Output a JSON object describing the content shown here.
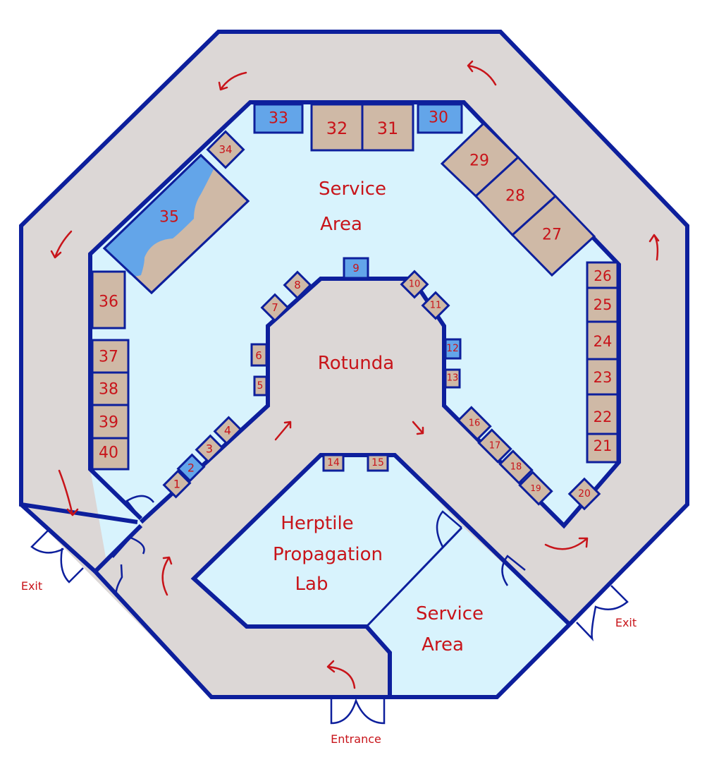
{
  "map": {
    "colors": {
      "wall": "#0d1f9c",
      "corridor": "#dcd7d6",
      "room": "#d8f3fd",
      "booth_tan": "#cfb9a6",
      "booth_blue": "#63a5e9",
      "label": "#c8141a"
    },
    "areas": {
      "service_area_top": {
        "line1": "Service",
        "line2": "Area"
      },
      "rotunda": "Rotunda",
      "lab": {
        "line1": "Herptile",
        "line2": "Propagation",
        "line3": "Lab"
      },
      "service_area_bottom": {
        "line1": "Service",
        "line2": "Area"
      }
    },
    "doors": {
      "exit_left": "Exit",
      "exit_right": "Exit",
      "entrance": "Entrance"
    },
    "booths": [
      {
        "id": "1",
        "type": "tan"
      },
      {
        "id": "2",
        "type": "blue"
      },
      {
        "id": "3",
        "type": "tan"
      },
      {
        "id": "4",
        "type": "tan"
      },
      {
        "id": "5",
        "type": "tan"
      },
      {
        "id": "6",
        "type": "tan"
      },
      {
        "id": "7",
        "type": "tan"
      },
      {
        "id": "8",
        "type": "tan"
      },
      {
        "id": "9",
        "type": "blue"
      },
      {
        "id": "10",
        "type": "tan"
      },
      {
        "id": "11",
        "type": "tan"
      },
      {
        "id": "12",
        "type": "blue"
      },
      {
        "id": "13",
        "type": "tan"
      },
      {
        "id": "14",
        "type": "tan"
      },
      {
        "id": "15",
        "type": "tan"
      },
      {
        "id": "16",
        "type": "tan"
      },
      {
        "id": "17",
        "type": "tan"
      },
      {
        "id": "18",
        "type": "tan"
      },
      {
        "id": "19",
        "type": "tan"
      },
      {
        "id": "20",
        "type": "tan"
      },
      {
        "id": "21",
        "type": "tan"
      },
      {
        "id": "22",
        "type": "tan"
      },
      {
        "id": "23",
        "type": "tan"
      },
      {
        "id": "24",
        "type": "tan"
      },
      {
        "id": "25",
        "type": "tan"
      },
      {
        "id": "26",
        "type": "tan"
      },
      {
        "id": "27",
        "type": "tan"
      },
      {
        "id": "28",
        "type": "tan"
      },
      {
        "id": "29",
        "type": "tan"
      },
      {
        "id": "30",
        "type": "blue"
      },
      {
        "id": "31",
        "type": "tan"
      },
      {
        "id": "32",
        "type": "tan"
      },
      {
        "id": "33",
        "type": "blue"
      },
      {
        "id": "34",
        "type": "tan"
      },
      {
        "id": "35",
        "type": "water-tan"
      },
      {
        "id": "36",
        "type": "tan"
      },
      {
        "id": "37",
        "type": "tan"
      },
      {
        "id": "38",
        "type": "tan"
      },
      {
        "id": "39",
        "type": "tan"
      },
      {
        "id": "40",
        "type": "tan"
      }
    ],
    "flow_arrows": [
      "arrow-up-right",
      "arrow-down-right",
      "arrow-curved-right",
      "arrow-up",
      "arrow-curved-left-top",
      "arrow-curved-left-topleft",
      "arrow-down-left",
      "arrow-down",
      "arrow-curved-up-lowleft",
      "arrow-curved-left-bottom"
    ]
  }
}
